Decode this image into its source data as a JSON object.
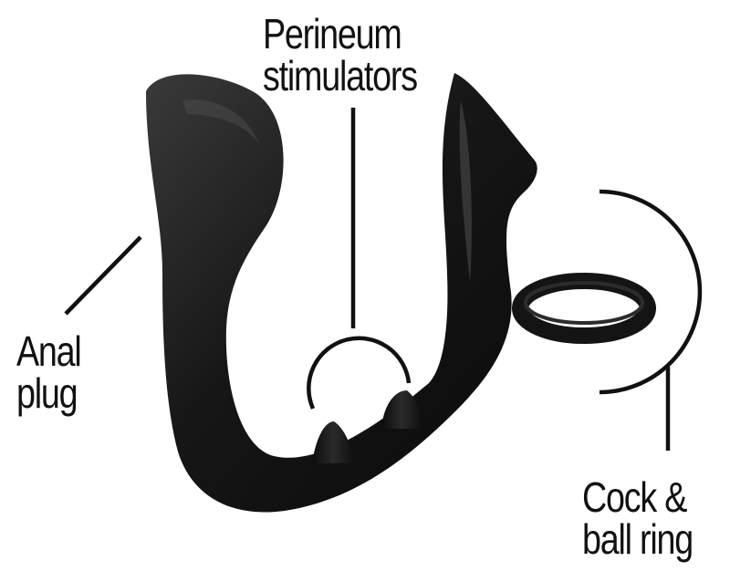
{
  "labels": {
    "anal_plug": [
      "Anal",
      "plug"
    ],
    "perineum_stimulators": [
      "Perineum",
      "stimulators"
    ],
    "cock_ball_ring": [
      "Cock &",
      "ball ring"
    ]
  },
  "colors": {
    "background": "#ffffff",
    "product": "#1b1b1b",
    "callout_line": "#111111",
    "text": "#111111"
  }
}
